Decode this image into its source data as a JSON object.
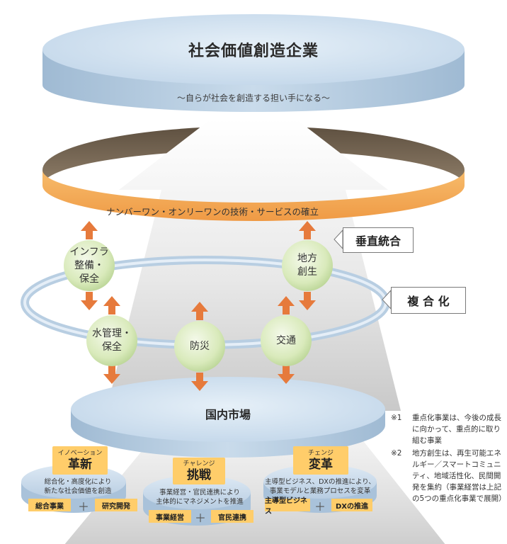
{
  "top_disk": {
    "title": "社会価値創造企業",
    "subtitle": "～自らが社会を創造する担い手になる～"
  },
  "band": {
    "label": "ナンバーワン・オンリーワンの技術・サービスの確立"
  },
  "callouts": {
    "vertical": "垂直統合",
    "composite": "複 合 化"
  },
  "nodes": [
    {
      "id": "infra",
      "label": "インフラ\n整備・\n保全"
    },
    {
      "id": "regional",
      "label": "地方\n創生"
    },
    {
      "id": "water",
      "label": "水管理・\n保全"
    },
    {
      "id": "disaster",
      "label": "防災"
    },
    {
      "id": "transport",
      "label": "交通"
    }
  ],
  "bottom_disk": {
    "label": "国内市場"
  },
  "pillars": [
    {
      "sub": "イノベーション",
      "main": "革新",
      "desc": "総合化・高度化により\n新たな社会価値を創造",
      "chips": [
        "総合事業",
        "研究開発"
      ]
    },
    {
      "sub": "チャレンジ",
      "main": "挑戦",
      "desc": "事業経営・官民連携により\n主体的にマネジメントを推進",
      "chips": [
        "事業経営",
        "官民連携"
      ]
    },
    {
      "sub": "チェンジ",
      "main": "変革",
      "desc": "主導型ビジネス、DXの推進により、\n事業モデルと業務プロセスを変革",
      "chips": [
        "主導型ビジネス",
        "DXの推進"
      ]
    }
  ],
  "plus_symbol": "＋",
  "notes": [
    {
      "mark": "※1",
      "text": "重点化事業は、今後の成長に向かって、重点的に取り組む事業"
    },
    {
      "mark": "※2",
      "text": "地方創生は、再生可能エネルギー／スマートコミュニティ、地域活性化、民間開発を集約（事業経営は上記の5つの重点化事業で展開）"
    }
  ],
  "colors": {
    "disk_top": "#cfe0ef",
    "disk_side": "#a7c1d9",
    "band_outer": "#f3a650",
    "band_inner": "#7a6a58",
    "node_fill": "#dcecc0",
    "arrow": "#e67a3c",
    "chip": "#ffcd6a",
    "ring": "#b9cfe3"
  }
}
